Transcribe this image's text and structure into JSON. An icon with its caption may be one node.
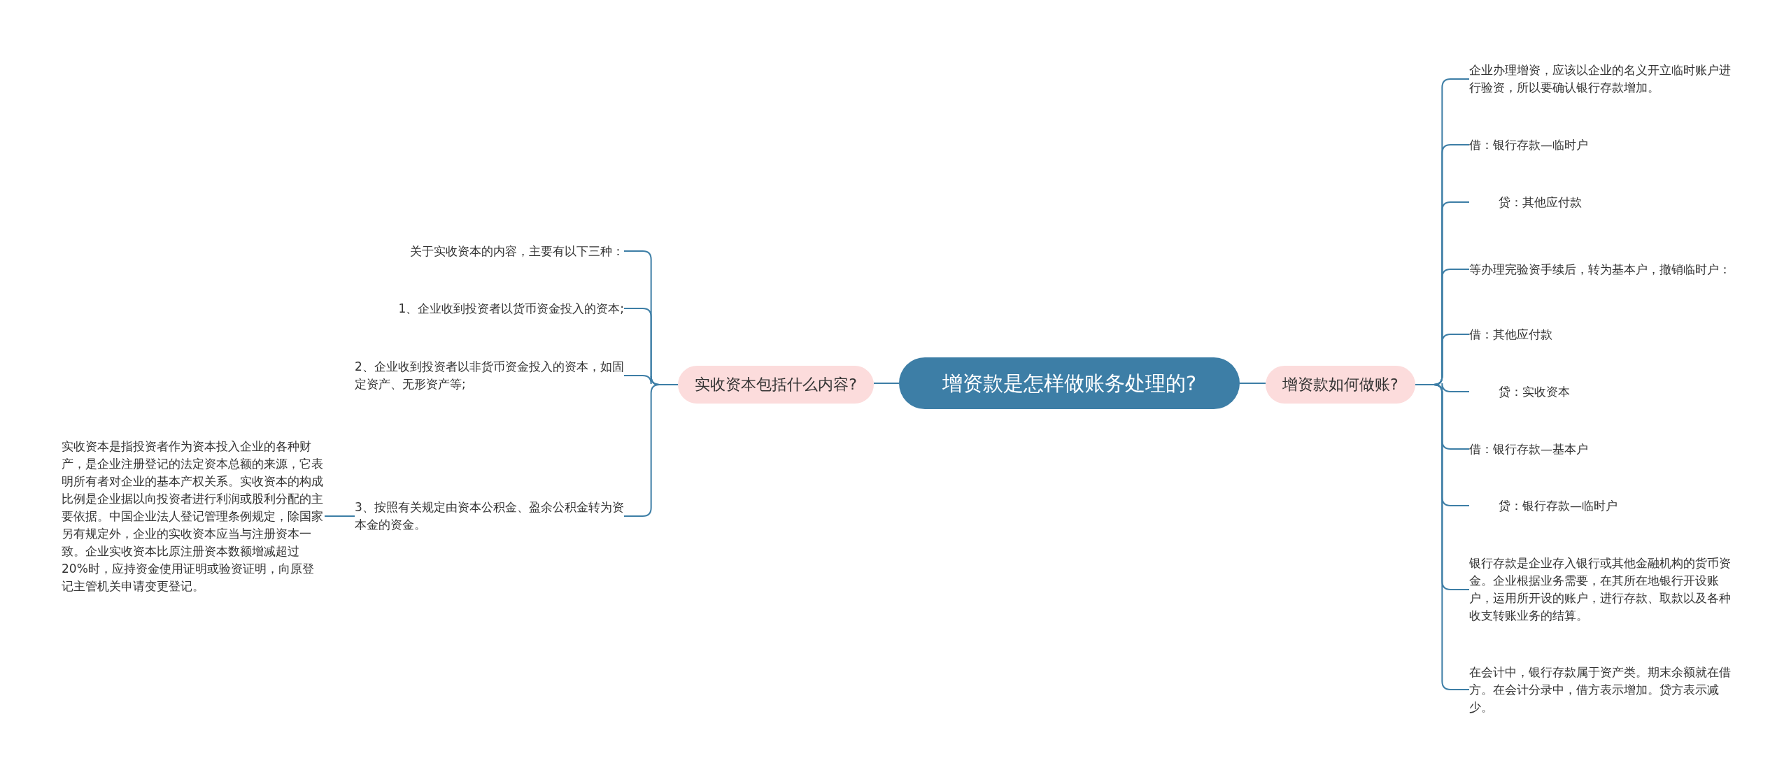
{
  "diagram": {
    "nodes": [
      {
        "text": [
          "增资款是怎样做账务处理的?"
        ]
      },
      {
        "text": [
          "实收资本包括什么内容?"
        ]
      },
      {
        "text": [
          "关于实收资本的内容，主要有以下三种："
        ]
      },
      {
        "text": [
          "1、企业收到投资者以货币资金投入的资本;"
        ]
      },
      {
        "text": [
          "2、企业收到投资者以非货币资金投入的资本，如固定资产、无形资产等;"
        ]
      },
      {
        "text": [
          "3、按照有关规定由资本公积金、盈余公积金转为资本金的资金。"
        ]
      },
      {
        "text": [
          "实收资本是指投资者作为资本投入企业的各种财产，是企业注册登记的法定资本总额的来源，它表明所有者对企业的基本产权关系。实收资本的构成比例是企业据以向投资者进行利润或股利分配的主要依据。中国企业法人登记管理条例规定，除国家另有规定外，企业的实收资本应当与注册资本一致。企业实收资本比原注册资本数额增减超过20%时，应持资金使用证明或验资证明，向原登记主管机关申请变更登记。"
        ]
      },
      {
        "text": [
          "增资款如何做账?"
        ]
      },
      {
        "text": [
          "企业办理增资，应该以企业的名义开立临时账户进行验资，所以要确认银行存款增加。"
        ]
      },
      {
        "text": [
          "借：银行存款—临时户"
        ]
      },
      {
        "text": [
          "贷：其他应付款"
        ]
      },
      {
        "text": [
          "等办理完验资手续后，转为基本户，撤销临时户："
        ]
      },
      {
        "text": [
          "借：其他应付款"
        ]
      },
      {
        "text": [
          "贷：实收资本"
        ]
      },
      {
        "text": [
          "借：银行存款—基本户"
        ]
      },
      {
        "text": [
          "贷：银行存款—临时户"
        ]
      },
      {
        "text": [
          "银行存款是企业存入银行或其他金融机构的货币资金。企业根据业务需要，在其所在地银行开设账户，运用所开设的账户，进行存款、取款以及各种收支转账业务的结算。"
        ]
      },
      {
        "text": [
          "在会计中，银行存款属于资产类。期末余额就在借方。在会计分录中，借方表示增加。贷方表示减少。"
        ]
      }
    ],
    "edges": [
      {
        "from": 0,
        "to": 1,
        "arrow": "none"
      },
      {
        "from": 1,
        "to": 2,
        "arrow": "none"
      },
      {
        "from": 1,
        "to": 3,
        "arrow": "none"
      },
      {
        "from": 1,
        "to": 4,
        "arrow": "none"
      },
      {
        "from": 1,
        "to": 5,
        "arrow": "none"
      },
      {
        "from": 5,
        "to": 6,
        "arrow": "none"
      },
      {
        "from": 0,
        "to": 7,
        "arrow": "none"
      },
      {
        "from": 7,
        "to": 8,
        "arrow": "none"
      },
      {
        "from": 7,
        "to": 9,
        "arrow": "none"
      },
      {
        "from": 7,
        "to": 10,
        "arrow": "none"
      },
      {
        "from": 7,
        "to": 11,
        "arrow": "none"
      },
      {
        "from": 7,
        "to": 12,
        "arrow": "none"
      },
      {
        "from": 7,
        "to": 13,
        "arrow": "none"
      },
      {
        "from": 7,
        "to": 14,
        "arrow": "none"
      },
      {
        "from": 7,
        "to": 15,
        "arrow": "none"
      },
      {
        "from": 7,
        "to": 16,
        "arrow": "none"
      },
      {
        "from": 7,
        "to": 17,
        "arrow": "none"
      }
    ]
  }
}
